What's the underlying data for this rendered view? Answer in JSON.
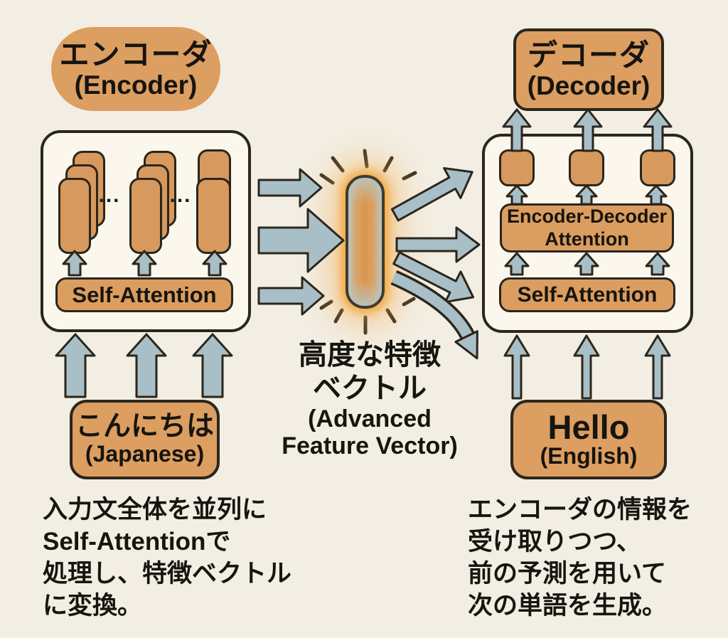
{
  "colors": {
    "background": "#f3eee3",
    "orange_block": "#dd9e61",
    "orange_card": "#d7995d",
    "arrow_blue": "#a9bfc7",
    "outline": "#2b261d",
    "text": "#16150f",
    "glow": "#f39e26"
  },
  "encoder": {
    "pill_jp": "エンコーダ",
    "pill_en": "(Encoder)",
    "self_attention_label": "Self-Attention",
    "ellipsis": "..."
  },
  "decoder": {
    "pill_jp": "デコーダ",
    "pill_en": "(Decoder)",
    "enc_dec_line1": "Encoder-Decoder",
    "enc_dec_line2": "Attention",
    "self_attention_label": "Self-Attention"
  },
  "feature_vector": {
    "caption_lines": [
      "高度な特徴",
      "ベクトル",
      "(Advanced",
      "Feature Vector)"
    ]
  },
  "inputs": {
    "japanese_word": "こんにちは",
    "japanese_tag": "(Japanese)",
    "english_word": "Hello",
    "english_tag": "(English)"
  },
  "captions": {
    "left_lines": [
      "入力文全体を並列に",
      "Self-Attentionで",
      "処理し、特徴ベクトル",
      "に変換。"
    ],
    "right_lines": [
      "エンコーダの情報を",
      "受け取りつつ、",
      "前の予測を用いて",
      "次の単語を生成。"
    ]
  }
}
